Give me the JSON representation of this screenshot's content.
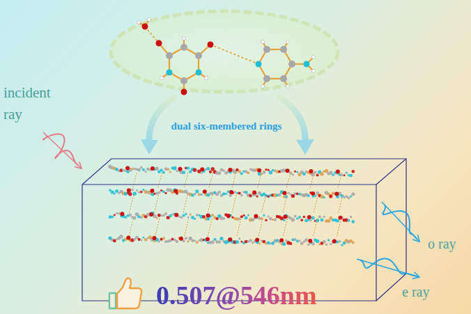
{
  "diagram": {
    "labels": [
      "incident ray",
      "dual six-membered rings",
      "o ray",
      "e ray",
      "0.507@546nm"
    ]
  }
}
